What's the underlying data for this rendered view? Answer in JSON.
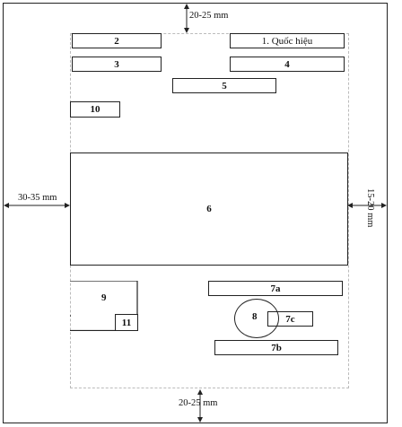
{
  "margins": {
    "top": "20-25 mm",
    "bottom": "20-25 mm",
    "left": "30-35 mm",
    "right": "15-20 mm"
  },
  "fields": {
    "f1": "1. Quốc hiệu",
    "f2": "2",
    "f3": "3",
    "f4": "4",
    "f5": "5",
    "f6": "6",
    "f7a": "7a",
    "f7b": "7b",
    "f7c": "7c",
    "f8": "8",
    "f9": "9",
    "f10": "10",
    "f11": "11"
  }
}
